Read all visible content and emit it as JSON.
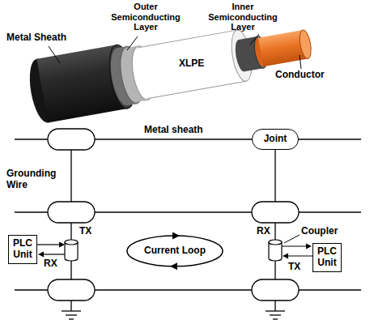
{
  "diagram": {
    "nodes": [
      {
        "text": [
          "Joint"
        ]
      },
      {
        "text": [
          "PLC Unit"
        ]
      },
      {
        "text": [
          "Current Loop"
        ]
      },
      {
        "text": [
          "PLC Unit"
        ]
      }
    ],
    "labels": [
      "Metal Sheath",
      "Outer Semiconducting Layer",
      "XLPE",
      "Inner Semiconducting Layer",
      "Conductor",
      "Metal sheath",
      "Grounding Wire",
      "TX",
      "RX",
      "RX",
      "Coupler",
      "TX"
    ]
  }
}
